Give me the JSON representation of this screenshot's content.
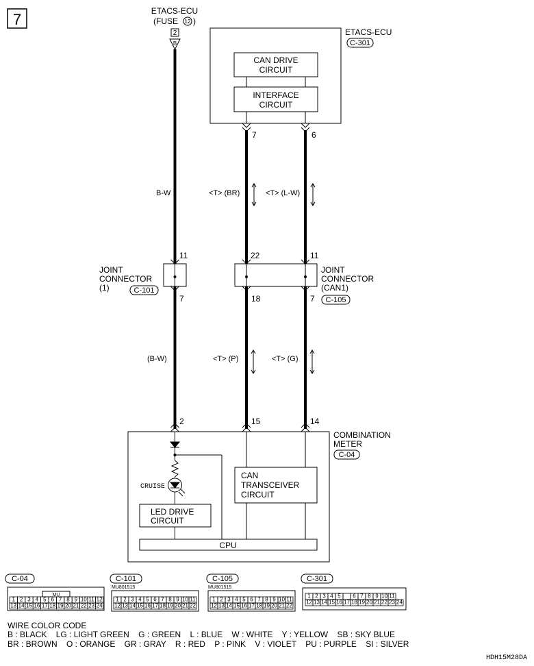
{
  "page_number": "7",
  "fuse_source": {
    "title": "ETACS-ECU",
    "subtitle": "(FUSE",
    "fuse_number": "12",
    "subtitle_close": ")",
    "pin": "2",
    "plug_letter": "B"
  },
  "etacs_ecu": {
    "title": "ETACS-ECU",
    "connector": "C-301",
    "can_drive_line1": "CAN DRIVE",
    "can_drive_line2": "CIRCUIT",
    "interface_line1": "INTERFACE",
    "interface_line2": "CIRCUIT",
    "pin_left": "7",
    "pin_right": "6"
  },
  "upper_wires": {
    "left_color": "B-W",
    "mid_label": "<T> (BR)",
    "right_label": "<T> (L-W)"
  },
  "joint_connector_1": {
    "line1": "JOINT",
    "line2": "CONNECTOR",
    "line3": "(1)",
    "connector": "C-101",
    "pin_top": "11",
    "pin_bottom": "7"
  },
  "joint_connector_can1": {
    "line1": "JOINT",
    "line2": "CONNECTOR",
    "line3": "(CAN1)",
    "connector": "C-105",
    "pin_top_left": "22",
    "pin_top_right": "11",
    "pin_bottom_left": "18",
    "pin_bottom_right": "7"
  },
  "lower_wires": {
    "left_color": "(B-W)",
    "mid_label": "<T> (P)",
    "right_label": "<T> (G)"
  },
  "combination_meter": {
    "line1": "COMBINATION",
    "line2": "METER",
    "connector": "C-04",
    "pin_left": "2",
    "pin_mid": "15",
    "pin_right": "14",
    "cruise_label": "CRUISE",
    "can_trans_line1": "CAN",
    "can_trans_line2": "TRANSCEIVER",
    "can_trans_line3": "CIRCUIT",
    "led_drive_line1": "LED DRIVE",
    "led_drive_line2": "CIRCUIT",
    "cpu_label": "CPU"
  },
  "connector_views": {
    "c04": {
      "label": "C-04",
      "tag": "MU",
      "row1": [
        "1",
        "2",
        "3",
        "4",
        "5",
        "6",
        "7",
        "8",
        "9",
        "10",
        "11",
        "12"
      ],
      "row2": [
        "13",
        "14",
        "15",
        "16",
        "17",
        "18",
        "19",
        "20",
        "21",
        "22",
        "23",
        "24"
      ]
    },
    "c101": {
      "label": "C-101",
      "part": "MU801515",
      "row1": [
        "1",
        "2",
        "3",
        "4",
        "5",
        "6",
        "7",
        "8",
        "9",
        "10",
        "11"
      ],
      "row2": [
        "12",
        "13",
        "14",
        "15",
        "16",
        "17",
        "18",
        "19",
        "20",
        "21",
        "22"
      ]
    },
    "c105": {
      "label": "C-105",
      "part": "MU801515",
      "row1": [
        "1",
        "2",
        "3",
        "4",
        "5",
        "6",
        "7",
        "8",
        "9",
        "10",
        "11"
      ],
      "row2": [
        "12",
        "13",
        "14",
        "15",
        "16",
        "17",
        "18",
        "19",
        "20",
        "21",
        "22"
      ]
    },
    "c301": {
      "label": "C-301",
      "row1": [
        "1",
        "2",
        "3",
        "4",
        "5",
        "",
        "6",
        "7",
        "8",
        "9",
        "10",
        "11"
      ],
      "row2": [
        "12",
        "13",
        "14",
        "15",
        "16",
        "17",
        "18",
        "19",
        "20",
        "21",
        "22",
        "23",
        "24"
      ]
    }
  },
  "legend": {
    "title": "WIRE COLOR CODE",
    "line1": "B : BLACK    LG : LIGHT GREEN    G : GREEN    L : BLUE    W : WHITE    Y : YELLOW    SB : SKY BLUE",
    "line2": "BR : BROWN    O : ORANGE    GR : GRAY    R : RED    P : PINK    V : VIOLET    PU : PURPLE    SI : SILVER"
  },
  "diagram_code": "HDH15M28DA"
}
